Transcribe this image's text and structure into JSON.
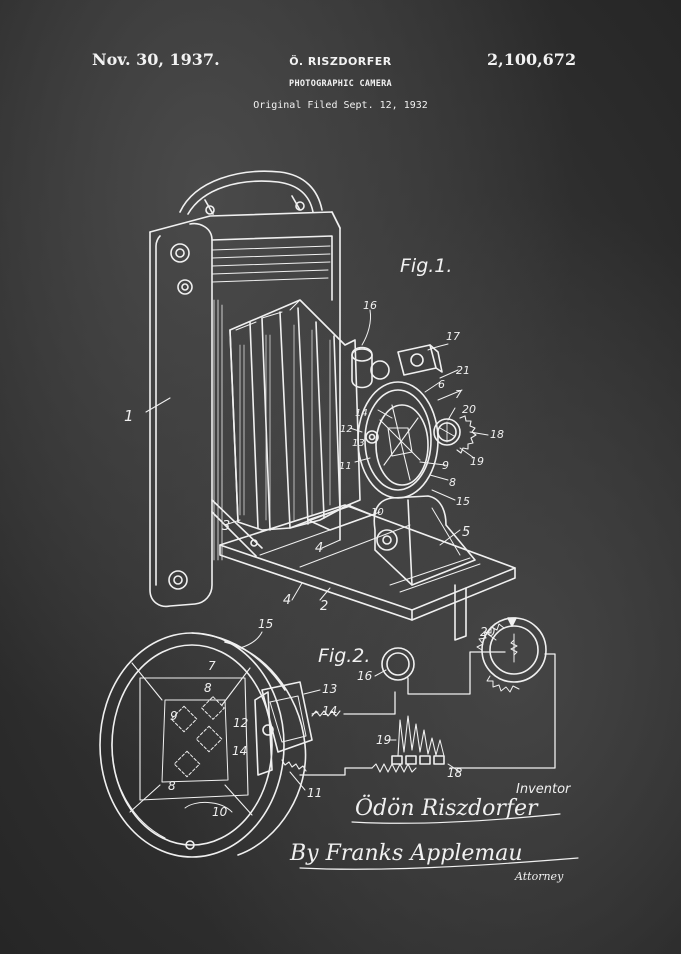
{
  "header": {
    "date": "Nov. 30, 1937.",
    "inventor_name": "Ö. RISZDORFER",
    "patent_number": "2,100,672",
    "title": "PHOTOGRAPHIC CAMERA",
    "filed": "Original Filed Sept. 12, 1932"
  },
  "figures": {
    "fig1_label": "Fig.1.",
    "fig2_label": "Fig.2."
  },
  "reference_numerals": {
    "n1": "1",
    "n2": "2",
    "n3": "3",
    "n4a": "4",
    "n4b": "4",
    "n5": "5",
    "n6": "6",
    "n7": "7",
    "n8": "8",
    "n9": "9",
    "n10": "10",
    "n11": "11",
    "n12": "12",
    "n13": "13",
    "n14": "14",
    "n15": "15",
    "n16": "16",
    "n17": "17",
    "n18": "18",
    "n19": "19",
    "n20": "20",
    "n21": "21",
    "f2_7": "7",
    "f2_8a": "8",
    "f2_8b": "8",
    "f2_9": "9",
    "f2_10": "10",
    "f2_11": "11",
    "f2_12": "12",
    "f2_13": "13",
    "f2_14a": "14",
    "f2_14b": "14",
    "f2_15": "15",
    "f2_16": "16",
    "f2_18": "18",
    "f2_19": "19",
    "f2_20": "20"
  },
  "signature": {
    "inventor_label": "Inventor",
    "inventor_signature": "Ödön Riszdorfer",
    "by_line": "By Franks Applemau",
    "attorney": "Attorney"
  },
  "colors": {
    "line": "#f0f0f0",
    "background": "#3a3a3a"
  }
}
